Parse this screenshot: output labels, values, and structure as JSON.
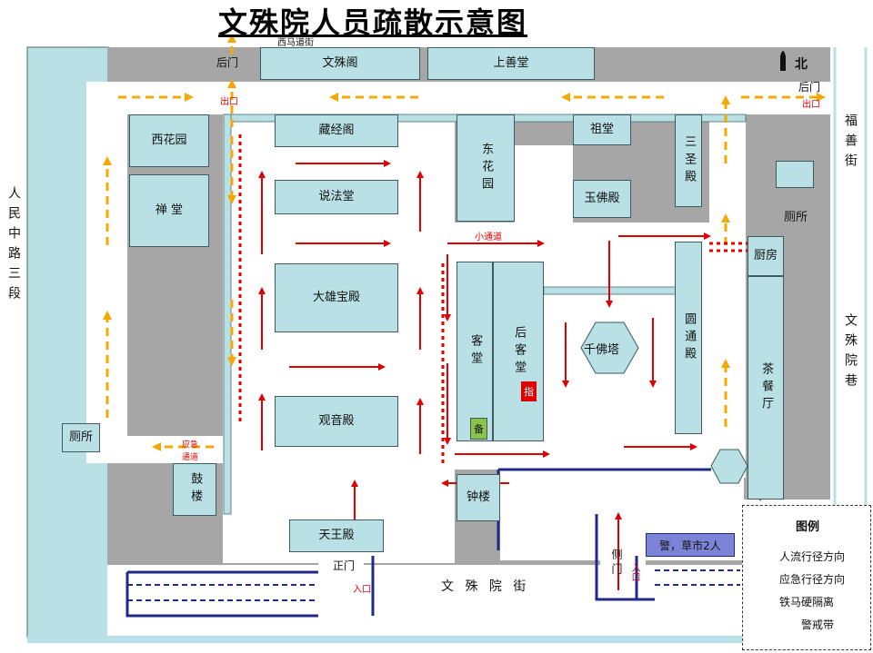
{
  "title": "文殊院人员疏散示意图",
  "streets": {
    "north": "西马道街",
    "west": "人民中路三段",
    "east_top": "福善街",
    "east_bottom": "文殊院巷",
    "south": "文 殊 院 街"
  },
  "buildings": {
    "wenshuge": "文殊阁",
    "shangshantang": "上善堂",
    "zangjingge": "藏经阁",
    "donghuayuan": "东花园",
    "zutang": "祖堂",
    "sanshengdian": "三圣殿",
    "xihuayuan": "西花园",
    "chantang": "禅 堂",
    "shuofatang": "说法堂",
    "yufodian": "玉佛殿",
    "cesuo_east": "厕所",
    "daxiongbaodian": "大雄宝殿",
    "ketang": "客堂",
    "houketang": "后客堂",
    "qianfota": "千佛塔",
    "yuantongdian": "圆通殿",
    "chufang": "厨房",
    "chacanting": "茶餐厅",
    "guanyindian": "观音殿",
    "cesuo_west": "厕所",
    "gulou": "鼓楼",
    "zhonglou": "钟楼",
    "tianwangdian": "天王殿"
  },
  "labels": {
    "houmen_nw": "后门",
    "chukou_nw": "出口",
    "houmen_ne": "后门",
    "chukou_ne": "出口",
    "north_mark": "北",
    "xiaotongdao": "小通道",
    "yingji_tongdao_1": "应急",
    "yingji_tongdao_2": "通道",
    "zhengmen": "正门",
    "rukou_main": "入口",
    "cemen": "侧门",
    "rukou_side": "入口",
    "zhi": "指",
    "bei": "备",
    "police_box": "警，草市2人"
  },
  "legend": {
    "title": "图例",
    "items": [
      {
        "label": "人流行径方向",
        "symbol": "solid-red-arrow"
      },
      {
        "label": "应急行径方向",
        "symbol": "dashed-orange-arrow"
      },
      {
        "label": "铁马硬隔离",
        "symbol": "solid-navy-line"
      },
      {
        "label": "警戒带",
        "symbol": "dotted-red-line"
      }
    ]
  },
  "colors": {
    "building": "#b9e0e4",
    "ground": "#a6a6a6",
    "flow": "#e00000",
    "emergency": "#f5a800",
    "barrier": "#1f2a8a",
    "cordon": "#e00000"
  }
}
